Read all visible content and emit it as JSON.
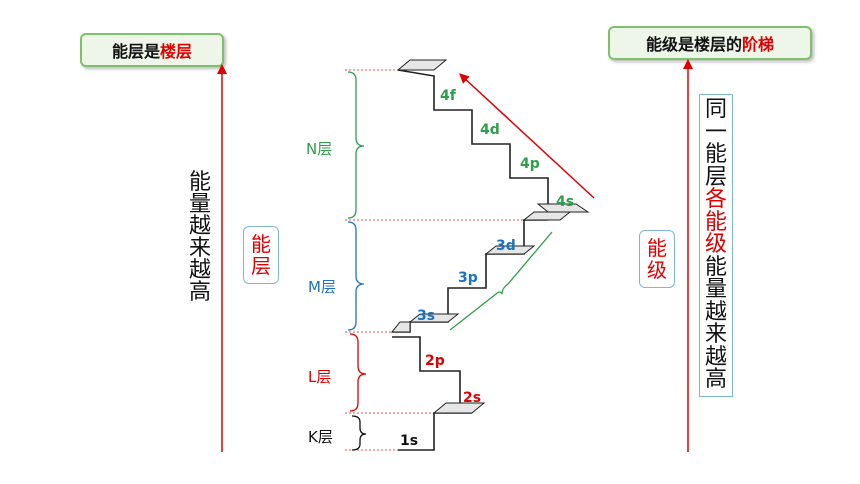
{
  "left_tag": {
    "text": "能层是",
    "highlight": "楼层"
  },
  "right_tag": {
    "text": "能级是楼层的",
    "highlight": "阶梯"
  },
  "left_vertical": [
    "能",
    "量",
    "越",
    "来",
    "越",
    "高"
  ],
  "left_box": [
    "能",
    "层"
  ],
  "right_box": [
    "能",
    "级"
  ],
  "right_vertical": [
    {
      "ch": "同",
      "red": false
    },
    {
      "ch": "一",
      "red": false
    },
    {
      "ch": "能",
      "red": false
    },
    {
      "ch": "层",
      "red": false
    },
    {
      "ch": "各",
      "red": true
    },
    {
      "ch": "能",
      "red": true
    },
    {
      "ch": "级",
      "red": true
    },
    {
      "ch": "能",
      "red": false
    },
    {
      "ch": "量",
      "red": false
    },
    {
      "ch": "越",
      "red": false
    },
    {
      "ch": "来",
      "red": false
    },
    {
      "ch": "越",
      "red": false
    },
    {
      "ch": "高",
      "red": false
    }
  ],
  "shells": {
    "n": "N层",
    "m": "M层",
    "l": "L层",
    "k": "K层"
  },
  "levels": {
    "s1": "1s",
    "s2": "2s",
    "p2": "2p",
    "s3": "3s",
    "p3": "3p",
    "d3": "3d",
    "s4": "4s",
    "p4": "4p",
    "d4": "4d",
    "f4": "4f"
  },
  "colors": {
    "n_shell": "#2e9e4a",
    "m_shell": "#1e73be",
    "l_shell": "#e00000",
    "k_shell": "#111111",
    "arrow": "#e00000"
  }
}
